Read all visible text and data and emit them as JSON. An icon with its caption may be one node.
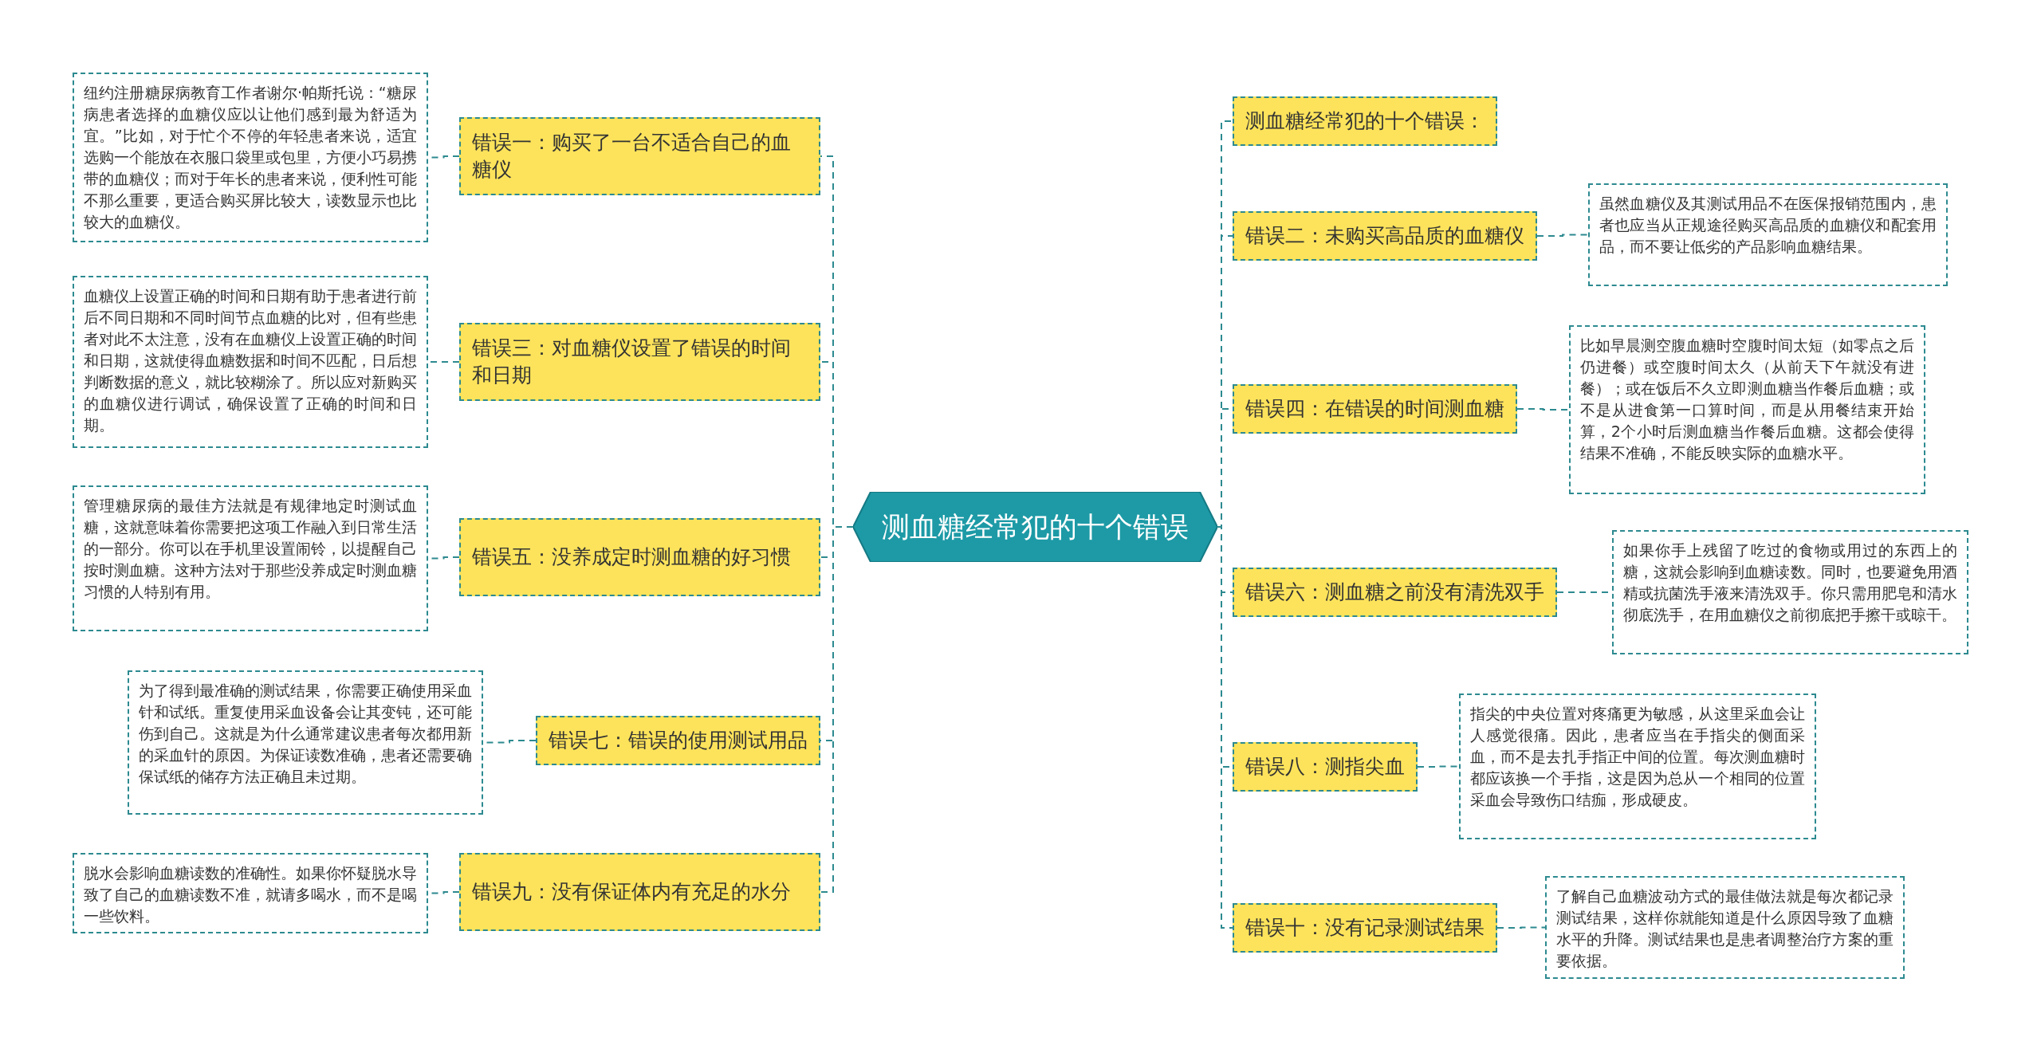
{
  "diagram": {
    "nodes": [
      {
        "text": [
          "测血糖经常犯的十个错误"
        ]
      },
      {
        "text": [
          "错误一：购买了一台不适合自己的血糖仪"
        ]
      },
      {
        "text": [
          "纽约注册糖尿病教育工作者谢尔·帕斯托说：“糖尿病患者选择的血糖仪应以让他们感到最为舒适为宜。”比如，对于忙个不停的年轻患者来说，适宜选购一个能放在衣服口袋里或包里，方便小巧易携带的血糖仪；而对于年长的患者来说，便利性可能不那么重要，更适合购买屏比较大，读数显示也比较大的血糖仪。"
        ]
      },
      {
        "text": [
          "错误三：对血糖仪设置了错误的时间和日期"
        ]
      },
      {
        "text": [
          "血糖仪上设置正确的时间和日期有助于患者进行前后不同日期和不同时间节点血糖的比对，但有些患者对此不太注意，没有在血糖仪上设置正确的时间和日期，这就使得血糖数据和时间不匹配，日后想判断数据的意义，就比较糊涂了。所以应对新购买的血糖仪进行调试，确保设置了正确的时间和日期。"
        ]
      },
      {
        "text": [
          "错误五：没养成定时测血糖的好习惯"
        ]
      },
      {
        "text": [
          "管理糖尿病的最佳方法就是有规律地定时测试血糖，这就意味着你需要把这项工作融入到日常生活的一部分。你可以在手机里设置闹铃，以提醒自己按时测血糖。这种方法对于那些没养成定时测血糖习惯的人特别有用。"
        ]
      },
      {
        "text": [
          "错误七：错误的使用测试用品"
        ]
      },
      {
        "text": [
          "为了得到最准确的测试结果，你需要正确使用采血针和试纸。重复使用采血设备会让其变钝，还可能伤到自己。这就是为什么通常建议患者每次都用新的采血针的原因。为保证读数准确，患者还需要确保试纸的储存方法正确且未过期。"
        ]
      },
      {
        "text": [
          "错误九：没有保证体内有充足的水分"
        ]
      },
      {
        "text": [
          "脱水会影响血糖读数的准确性。如果你怀疑脱水导致了自己的血糖读数不准，就请多喝水，而不是喝一些饮料。"
        ]
      },
      {
        "text": [
          "测血糖经常犯的十个错误："
        ]
      },
      {
        "text": [
          "错误二：未购买高品质的血糖仪"
        ]
      },
      {
        "text": [
          "虽然血糖仪及其测试用品不在医保报销范围内，患者也应当从正规途径购买高品质的血糖仪和配套用品，而不要让低劣的产品影响血糖结果。"
        ]
      },
      {
        "text": [
          "错误四：在错误的时间测血糖"
        ]
      },
      {
        "text": [
          "比如早晨测空腹血糖时空腹时间太短（如零点之后仍进餐）或空腹时间太久（从前天下午就没有进餐）；或在饭后不久立即测血糖当作餐后血糖；或不是从进食第一口算时间，而是从用餐结束开始算，2个小时后测血糖当作餐后血糖。这都会使得结果不准确，不能反映实际的血糖水平。"
        ]
      },
      {
        "text": [
          "错误六：测血糖之前没有清洗双手"
        ]
      },
      {
        "text": [
          "如果你手上残留了吃过的食物或用过的东西上的糖，这就会影响到血糖读数。同时，也要避免用酒精或抗菌洗手液来清洗双手。你只需用肥皂和清水彻底洗手，在用血糖仪之前彻底把手擦干或晾干。"
        ]
      },
      {
        "text": [
          "错误八：测指尖血"
        ]
      },
      {
        "text": [
          "指尖的中央位置对疼痛更为敏感，从这里采血会让人感觉很痛。因此，患者应当在手指尖的侧面采血，而不是去扎手指正中间的位置。每次测血糖时都应该换一个手指，这是因为总从一个相同的位置采血会导致伤口结痂，形成硬皮。"
        ]
      },
      {
        "text": [
          "错误十：没有记录测试结果"
        ]
      },
      {
        "text": [
          "了解自己血糖波动方式的最佳做法就是每次都记录测试结果，这样你就能知道是什么原因导致了血糖水平的升降。测试结果也是患者调整治疗方案的重要依据。"
        ]
      }
    ],
    "edges": [
      {
        "from": 0,
        "to": 1,
        "arrow": "none"
      },
      {
        "from": 1,
        "to": 2,
        "arrow": "none"
      },
      {
        "from": 0,
        "to": 3,
        "arrow": "none"
      },
      {
        "from": 3,
        "to": 4,
        "arrow": "none"
      },
      {
        "from": 0,
        "to": 5,
        "arrow": "none"
      },
      {
        "from": 5,
        "to": 6,
        "arrow": "none"
      },
      {
        "from": 0,
        "to": 7,
        "arrow": "none"
      },
      {
        "from": 7,
        "to": 8,
        "arrow": "none"
      },
      {
        "from": 0,
        "to": 9,
        "arrow": "none"
      },
      {
        "from": 9,
        "to": 10,
        "arrow": "none"
      },
      {
        "from": 0,
        "to": 11,
        "arrow": "none"
      },
      {
        "from": 0,
        "to": 12,
        "arrow": "none"
      },
      {
        "from": 12,
        "to": 13,
        "arrow": "none"
      },
      {
        "from": 0,
        "to": 14,
        "arrow": "none"
      },
      {
        "from": 14,
        "to": 15,
        "arrow": "none"
      },
      {
        "from": 0,
        "to": 16,
        "arrow": "none"
      },
      {
        "from": 16,
        "to": 17,
        "arrow": "none"
      },
      {
        "from": 0,
        "to": 18,
        "arrow": "none"
      },
      {
        "from": 18,
        "to": 19,
        "arrow": "none"
      },
      {
        "from": 0,
        "to": 20,
        "arrow": "none"
      },
      {
        "from": 20,
        "to": 21,
        "arrow": "none"
      }
    ]
  }
}
